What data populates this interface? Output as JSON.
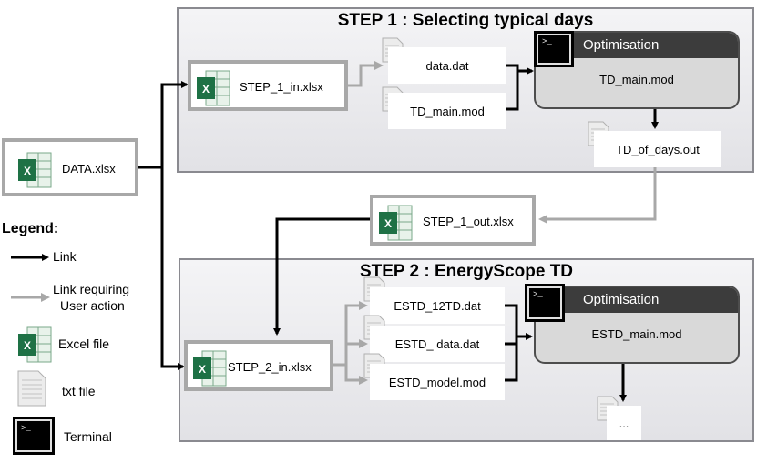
{
  "data_file": {
    "label": "DATA.xlsx"
  },
  "step1": {
    "title": "STEP 1 : Selecting typical days",
    "input": "STEP_1_in.xlsx",
    "files": [
      "data.dat",
      "TD_main.mod"
    ],
    "optimisation": {
      "header": "Optimisation",
      "model": "TD_main.mod"
    },
    "output": "TD_of_days.out"
  },
  "step1_out": {
    "label": "STEP_1_out.xlsx"
  },
  "step2": {
    "title": "STEP 2 : EnergyScope TD",
    "input": "STEP_2_in.xlsx",
    "files": [
      "ESTD_12TD.dat",
      "ESTD_ data.dat",
      "ESTD_model.mod"
    ],
    "optimisation": {
      "header": "Optimisation",
      "model": "ESTD_main.mod"
    },
    "output": "..."
  },
  "legend": {
    "title": "Legend:",
    "link": "Link",
    "link_user_line1": "Link requiring",
    "link_user_line2": "User action",
    "excel": "Excel file",
    "txt": "txt file",
    "terminal": "Terminal"
  },
  "colors": {
    "link": "#000000",
    "user_link": "#a8a8a8",
    "excel_green": "#1e7145",
    "panel_border": "#8a8a90"
  }
}
